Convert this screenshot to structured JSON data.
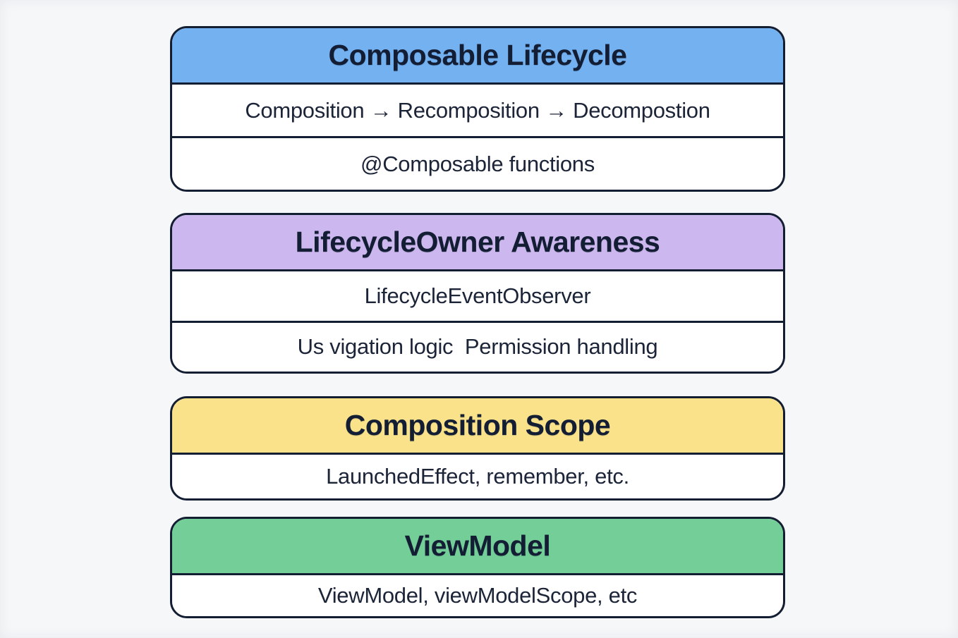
{
  "diagram": {
    "background_color": "#f6f7f9",
    "border_color": "#141e33",
    "text_color": "#1c2438",
    "cards": [
      {
        "title": "Composable Lifecycle",
        "header_color": "#73b1f1",
        "rows": [
          "Composition → Recomposition → Decompostion",
          "@Composable functions"
        ]
      },
      {
        "title": "LifecycleOwner Awareness",
        "header_color": "#ccb8ee",
        "rows": [
          "LifecycleEventObserver",
          "Us vigation logic  Permission handling"
        ]
      },
      {
        "title": "Composition Scope",
        "header_color": "#fae28a",
        "rows": [
          "LaunchedEffect, remember, etc."
        ]
      },
      {
        "title": "ViewModel",
        "header_color": "#73ce97",
        "rows": [
          "ViewModel, viewModelScope, etc"
        ]
      }
    ]
  }
}
